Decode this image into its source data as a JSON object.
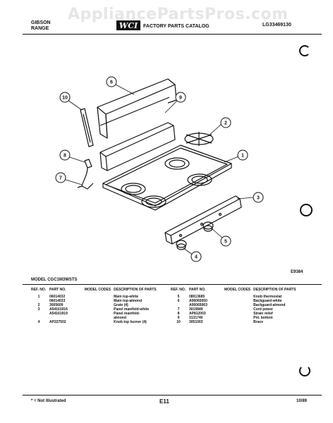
{
  "watermark": "AppliancePartsPros.com",
  "header": {
    "brand_line1": "GIBSON",
    "brand_line2": "RANGE",
    "logo_text": "WCI",
    "catalog_title": "FACTORY PARTS CATALOG",
    "catalog_number": "LG33469130"
  },
  "diagram": {
    "callouts": [
      "1",
      "2",
      "3",
      "4",
      "5",
      "6",
      "7",
      "8",
      "9",
      "10"
    ],
    "figure_code": "E9384"
  },
  "model_line": "MODEL CGC1M3WSTS",
  "parts_table": {
    "headers": {
      "ref_no": "REF. NO.",
      "part_no": "PART NO.",
      "model_codes": "MODEL CODES",
      "description": "DESCRIPTION OF PARTS"
    },
    "left_rows": [
      {
        "ref": "1",
        "part": "06014032",
        "codes": "",
        "desc": "Main top-white"
      },
      {
        "ref": "",
        "part": "06014033",
        "codes": "",
        "desc": "Main top-almond"
      },
      {
        "ref": "2",
        "part": "3005609",
        "codes": "",
        "desc": "Grate (4)"
      },
      {
        "ref": "3",
        "part": "A54161916",
        "codes": "",
        "desc": "Panel manifold-white"
      },
      {
        "ref": "",
        "part": "A54161919",
        "codes": "",
        "desc": "Panel manifold-"
      },
      {
        "ref": "",
        "part": "",
        "codes": "",
        "desc": "almond"
      },
      {
        "ref": "4",
        "part": "AP227502",
        "codes": "",
        "desc": "Knob top burner (4)"
      }
    ],
    "right_rows": [
      {
        "ref": "5",
        "part": "08013685",
        "codes": "",
        "desc": "Knob thermostat"
      },
      {
        "ref": "6",
        "part": "A06065050",
        "codes": "",
        "desc": "Backguard-white"
      },
      {
        "ref": "",
        "part": "A06065063",
        "codes": "",
        "desc": "Backguard-almond"
      },
      {
        "ref": "7",
        "part": "3015849",
        "codes": "",
        "desc": "Cord power"
      },
      {
        "ref": "8",
        "part": "AP812003",
        "codes": "",
        "desc": "Strain relief"
      },
      {
        "ref": "9",
        "part": "3131740",
        "codes": "",
        "desc": "Pnl. bottom"
      },
      {
        "ref": "10",
        "part": "3051003",
        "codes": "",
        "desc": "Brace"
      }
    ]
  },
  "footer": {
    "note": "* = Not Illustrated",
    "page": "E11",
    "date": "10/89"
  }
}
